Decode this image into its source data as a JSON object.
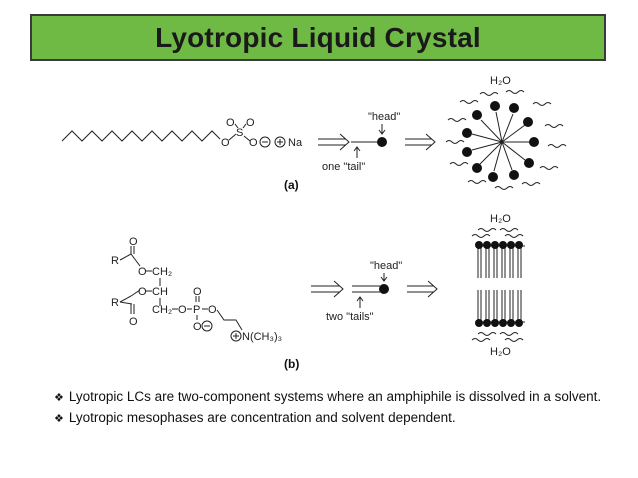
{
  "slide": {
    "title": "Lyotropic Liquid Crystal"
  },
  "figure": {
    "a": {
      "caption": "(a)",
      "water": "H₂O",
      "head_label": "\"head\"",
      "tail_label": "one \"tail\"",
      "so3": "S",
      "o": "O",
      "na": "Na"
    },
    "b": {
      "caption": "(b)",
      "water_top": "H₂O",
      "water_bottom": "H₂O",
      "head_label": "\"head\"",
      "tail_label": "two \"tails\"",
      "r": "R",
      "o": "O",
      "ch2": "CH₂",
      "ch": "CH",
      "p": "P",
      "n_group": "N(CH₃)₃"
    }
  },
  "bullets": [
    "Lyotropic LCs are two-component systems where an amphiphile is dissolved in a solvent.",
    "Lyotropic mesophases are concentration and solvent dependent."
  ],
  "bullet_icon": "diamond-bullet-icon"
}
